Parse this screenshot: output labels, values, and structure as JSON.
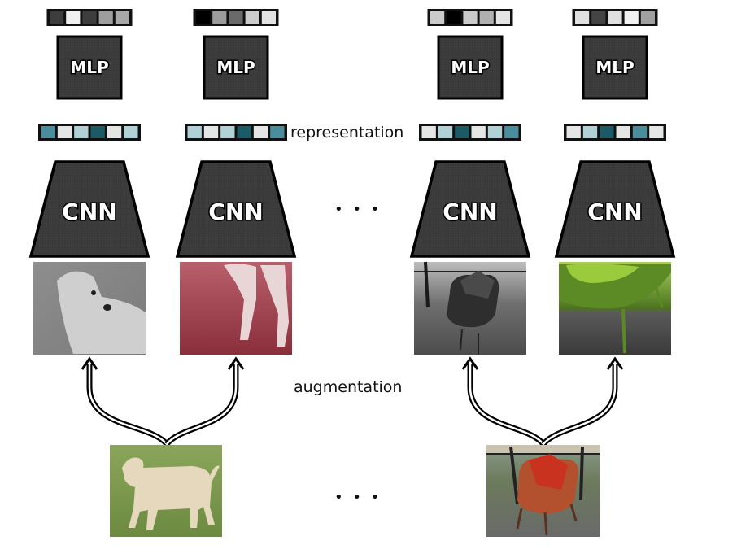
{
  "diagram": {
    "title": "SimCLR-style contrastive learning pipeline",
    "labels": {
      "representation": "representation",
      "augmentation": "augmentation",
      "ellipsis": "• • •"
    },
    "block_colors": {
      "block_fill": "#3a3a3a",
      "block_stroke": "#000000",
      "arrow": "#000000"
    },
    "columns": [
      {
        "id": "dog-gray",
        "mlp_label": "MLP",
        "cnn_label": "CNN",
        "projection_cells": [
          "#3d3d3d",
          "#f0f0f0",
          "#3d3d3d",
          "#9e9e9e",
          "#a8a8a8"
        ],
        "representation_cells": [
          "#4b8d9c",
          "#e4e6e6",
          "#b0d1d6",
          "#1c5a67",
          "#e4e6e6",
          "#b0d1d6"
        ],
        "image": {
          "subject": "dog",
          "augmentation": "grayscale crop",
          "palette": [
            "#8c8c8c",
            "#cfcfcf",
            "#6e6e6e"
          ]
        }
      },
      {
        "id": "dog-red",
        "mlp_label": "MLP",
        "cnn_label": "CNN",
        "projection_cells": [
          "#000000",
          "#9c9c9c",
          "#6a6a6a",
          "#cdcdcd",
          "#e2e2e2"
        ],
        "representation_cells": [
          "#b0d1d6",
          "#e4e6e6",
          "#b0d1d6",
          "#1c5a67",
          "#e4e6e6",
          "#4b8d9c"
        ],
        "image": {
          "subject": "dog legs",
          "augmentation": "crop + red color jitter",
          "palette": [
            "#a8404f",
            "#e8d6d6",
            "#7a2030"
          ]
        }
      },
      {
        "id": "chair-gray",
        "mlp_label": "MLP",
        "cnn_label": "CNN",
        "projection_cells": [
          "#cbcbcb",
          "#000000",
          "#cbcbcb",
          "#b0b0b0",
          "#e4e4e4"
        ],
        "representation_cells": [
          "#e4e6e6",
          "#b0d1d6",
          "#1c5a67",
          "#e4e6e6",
          "#b0d1d6",
          "#4b8d9c"
        ],
        "image": {
          "subject": "armchair",
          "augmentation": "grayscale",
          "palette": [
            "#5a5a5a",
            "#9a9a9a",
            "#2e2e2e"
          ]
        }
      },
      {
        "id": "chair-green",
        "mlp_label": "MLP",
        "cnn_label": "CNN",
        "projection_cells": [
          "#e0e0e0",
          "#444444",
          "#e0e0e0",
          "#f2f2f2",
          "#a0a0a0"
        ],
        "representation_cells": [
          "#e4e6e6",
          "#b0d1d6",
          "#1c5a67",
          "#e4e6e6",
          "#4b8d9c",
          "#e4e6e6"
        ],
        "image": {
          "subject": "armchair close-up",
          "augmentation": "crop + green color jitter",
          "palette": [
            "#5e8a22",
            "#9acb3c",
            "#3a3a3a"
          ]
        }
      }
    ],
    "source_images": [
      {
        "id": "dog-original",
        "subject": "dog",
        "palette": [
          "#7c9a4e",
          "#e6d6b8",
          "#5c7a36"
        ]
      },
      {
        "id": "chair-original",
        "subject": "armchair",
        "palette": [
          "#b34a2a",
          "#d85a3a",
          "#6e6e6e"
        ]
      }
    ]
  }
}
